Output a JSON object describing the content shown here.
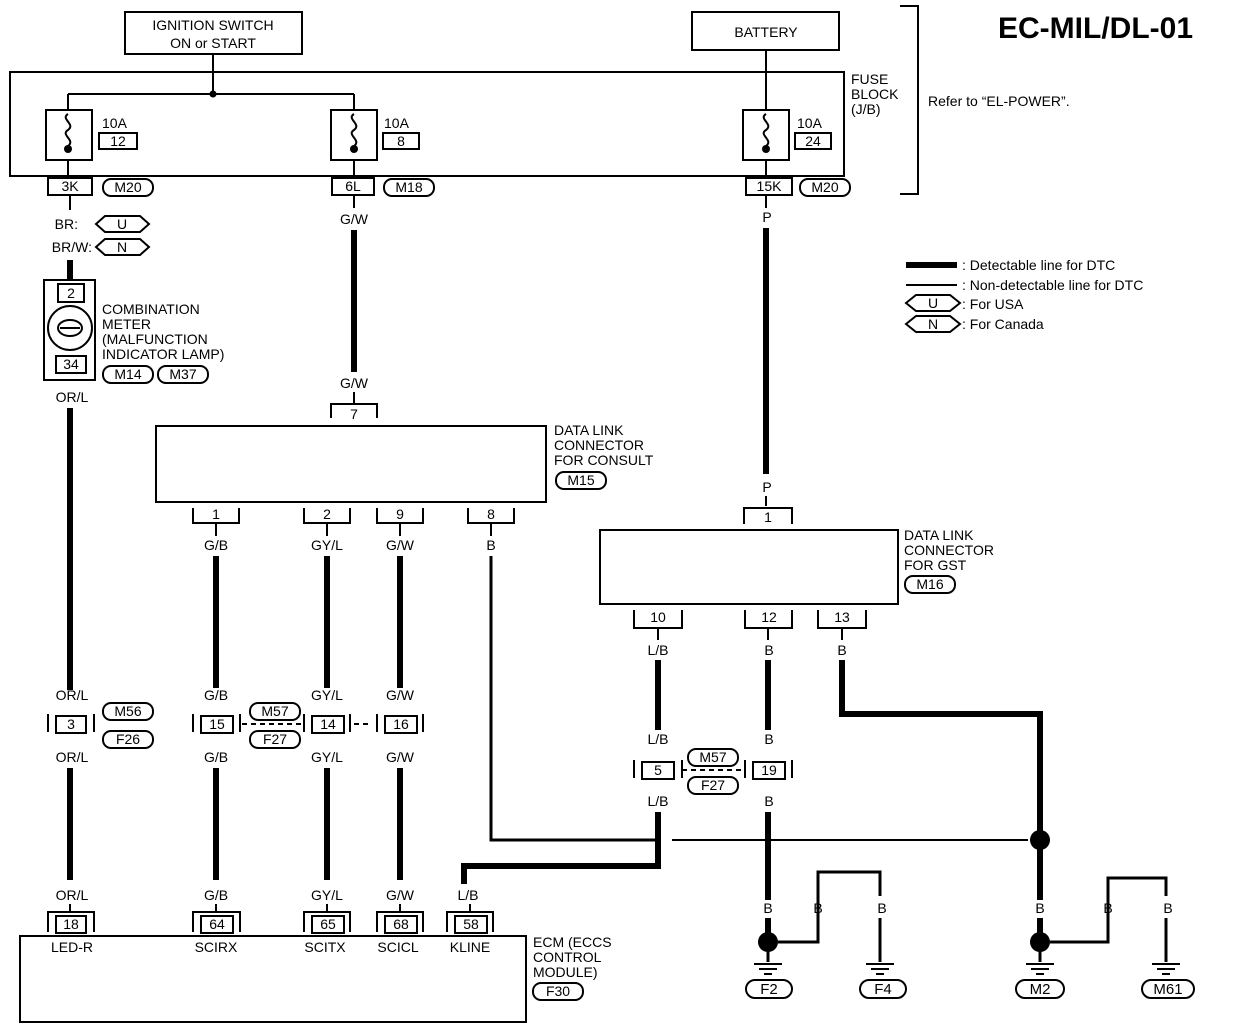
{
  "title": "EC-MIL/DL-01",
  "sources": {
    "ignition_line1": "IGNITION SWITCH",
    "ignition_line2": "ON or START",
    "battery": "BATTERY"
  },
  "fuse_block": {
    "label_line1": "FUSE",
    "label_line2": "BLOCK",
    "label_line3": "(J/B)",
    "refer": "Refer to “EL-POWER”.",
    "fuses": [
      {
        "amps": "10A",
        "number": "12",
        "connector_pin": "3K",
        "connector": "M20"
      },
      {
        "amps": "10A",
        "number": "8",
        "connector_pin": "6L",
        "connector": "M18"
      },
      {
        "amps": "10A",
        "number": "24",
        "connector_pin": "15K",
        "connector": "M20"
      }
    ]
  },
  "legend": {
    "detectable": ": Detectable line for DTC",
    "non_detectable": ": Non-detectable line for DTC",
    "usa_tag": "U",
    "usa": ": For USA",
    "canada_tag": "N",
    "canada": ": For Canada"
  },
  "meter": {
    "wire_br": "BR:",
    "wire_brw": "BR/W:",
    "tag_u": "U",
    "tag_n": "N",
    "pin_top": "2",
    "pin_bottom": "34",
    "label_line1": "COMBINATION",
    "label_line2": "METER",
    "label_line3": "(MALFUNCTION",
    "label_line4": "INDICATOR LAMP)",
    "conn1": "M14",
    "conn2": "M37",
    "wire_out": "OR/L"
  },
  "consult": {
    "wire_in_top": "G/W",
    "wire_in": "G/W",
    "pin_in": "7",
    "label_line1": "DATA LINK",
    "label_line2": "CONNECTOR",
    "label_line3": "FOR CONSULT",
    "connector": "M15",
    "pins": [
      {
        "pin": "1",
        "wire": "G/B"
      },
      {
        "pin": "2",
        "wire": "GY/L"
      },
      {
        "pin": "9",
        "wire": "G/W"
      },
      {
        "pin": "8",
        "wire": "B"
      }
    ]
  },
  "gst": {
    "wire_in_top": "P",
    "wire_in": "P",
    "pin_in": "1",
    "label_line1": "DATA LINK",
    "label_line2": "CONNECTOR",
    "label_line3": "FOR GST",
    "connector": "M16",
    "pins": [
      {
        "pin": "10",
        "wire": "L/B"
      },
      {
        "pin": "12",
        "wire": "B"
      },
      {
        "pin": "13",
        "wire": "B"
      }
    ]
  },
  "junctions_left": {
    "conn_a": "M56",
    "conn_b": "F26",
    "conn_c": "M57",
    "conn_d": "F27",
    "pins": [
      {
        "pin": "3",
        "wire_top": "OR/L",
        "wire_bottom": "OR/L"
      },
      {
        "pin": "15",
        "wire_top": "G/B",
        "wire_bottom": "G/B"
      },
      {
        "pin": "14",
        "wire_top": "GY/L",
        "wire_bottom": "GY/L"
      },
      {
        "pin": "16",
        "wire_top": "G/W",
        "wire_bottom": "G/W"
      }
    ]
  },
  "junctions_right": {
    "conn_a": "M57",
    "conn_b": "F27",
    "pins": [
      {
        "pin": "5",
        "wire_top": "L/B",
        "wire_bottom": "L/B"
      },
      {
        "pin": "19",
        "wire_top": "B",
        "wire_bottom": "B"
      }
    ]
  },
  "ecm": {
    "label_line1": "ECM (ECCS",
    "label_line2": "CONTROL",
    "label_line3": "MODULE)",
    "connector": "F30",
    "pins": [
      {
        "pin": "18",
        "wire": "OR/L",
        "name": "LED-R"
      },
      {
        "pin": "64",
        "wire": "G/B",
        "name": "SCIRX"
      },
      {
        "pin": "65",
        "wire": "GY/L",
        "name": "SCITX"
      },
      {
        "pin": "68",
        "wire": "G/W",
        "name": "SCICL"
      },
      {
        "pin": "58",
        "wire": "L/B",
        "name": "KLINE"
      }
    ]
  },
  "grounds": [
    {
      "wire": "B",
      "ground": "F2"
    },
    {
      "wire": "B",
      "ground": "F4"
    },
    {
      "wire": "B",
      "ground": "M2"
    },
    {
      "wire": "B",
      "ground": "M61"
    }
  ],
  "ground_branch_wires": [
    "B",
    "B"
  ]
}
